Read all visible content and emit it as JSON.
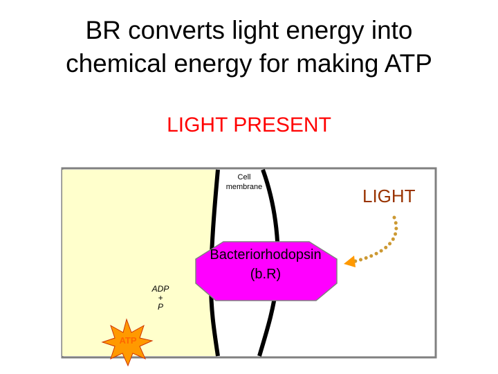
{
  "title": {
    "line1": "BR converts light energy into",
    "line2": "chemical energy for making ATP"
  },
  "subtitle": "LIGHT PRESENT",
  "diagram": {
    "cell_membrane_line1": "Cell",
    "cell_membrane_line2": "membrane",
    "protein_line1": "Bacteriorhodopsin",
    "protein_line2": "(b.R)",
    "light_label": "LIGHT",
    "adp_line1": "ADP",
    "adp_line2": "+",
    "adp_line3": "P",
    "atp_label": "ATP"
  },
  "colors": {
    "title_text": "#000000",
    "subtitle_text": "#ff0000",
    "light_text": "#993300",
    "cell_interior": "#ffffcc",
    "membrane": "#000000",
    "protein_fill": "#ff00ff",
    "light_dots": "#cc9933",
    "light_arrowhead": "#ff9900",
    "atp_burst": "#ff9900",
    "atp_text": "#ff6600"
  },
  "icons": {
    "light_arrow": "dotted-curved-arrow",
    "atp_burst": "starburst-icon"
  }
}
